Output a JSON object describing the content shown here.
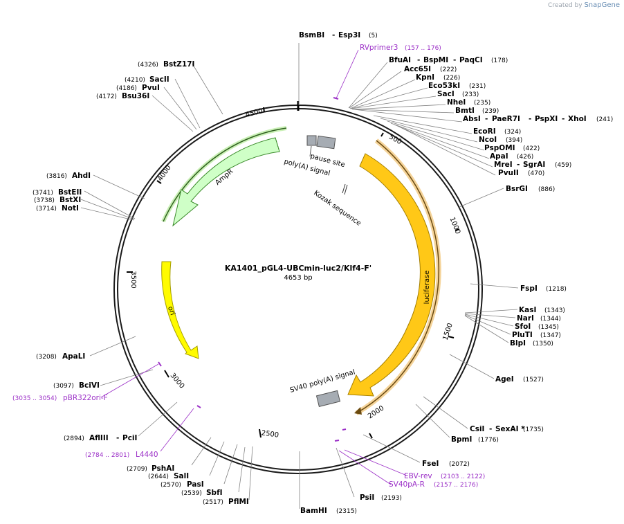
{
  "watermark": {
    "prefix": "Created by",
    "brand": "SnapGene"
  },
  "plasmid": {
    "name": "KA1401_pGL4-UBCmin-luc2/Klf4-F'",
    "size_label": "4653 bp"
  },
  "ticks": [
    "500",
    "1000",
    "1500",
    "2000",
    "2500",
    "3000",
    "3500",
    "4000",
    "4500"
  ],
  "features": {
    "luciferase": "luciferase",
    "ampr": "AmpR",
    "ori": "ori",
    "pause_site": "pause site",
    "polya_signal": "poly(A) signal",
    "kozak": "Kozak sequence",
    "sv40_polya": "SV40 poly(A) signal"
  },
  "enzymes": [
    {
      "name": "BsmBI",
      "name2": "Esp3I",
      "pos": "(5)"
    },
    {
      "name": "BfuAI",
      "name2": "BspMI",
      "name3": "PaqCI",
      "pos": "(178)"
    },
    {
      "name": "Acc65I",
      "pos": "(222)"
    },
    {
      "name": "KpnI",
      "pos": "(226)"
    },
    {
      "name": "Eco53kI",
      "pos": "(231)"
    },
    {
      "name": "SacI",
      "pos": "(233)"
    },
    {
      "name": "NheI",
      "pos": "(235)"
    },
    {
      "name": "BmtI",
      "pos": "(239)"
    },
    {
      "name": "AbsI",
      "name2": "PaeR7I",
      "name3": "PspXI",
      "name4": "XhoI",
      "pos": "(241)"
    },
    {
      "name": "EcoRI",
      "pos": "(324)"
    },
    {
      "name": "NcoI",
      "pos": "(394)"
    },
    {
      "name": "PspOMI",
      "pos": "(422)"
    },
    {
      "name": "ApaI",
      "pos": "(426)"
    },
    {
      "name": "MreI",
      "name2": "SgrAI",
      "pos": "(459)"
    },
    {
      "name": "PvuII",
      "pos": "(470)"
    },
    {
      "name": "BsrGI",
      "pos": "(886)"
    },
    {
      "name": "FspI",
      "pos": "(1218)"
    },
    {
      "name": "KasI",
      "pos": "(1343)"
    },
    {
      "name": "NarI",
      "pos": "(1344)"
    },
    {
      "name": "SfoI",
      "pos": "(1345)"
    },
    {
      "name": "PluTI",
      "pos": "(1347)"
    },
    {
      "name": "BlpI",
      "pos": "(1350)"
    },
    {
      "name": "AgeI",
      "pos": "(1527)"
    },
    {
      "name": "CsiI",
      "name2": "SexAI *",
      "pos": "(1735)"
    },
    {
      "name": "BpmI",
      "pos": "(1776)"
    },
    {
      "name": "FseI",
      "pos": "(2072)"
    },
    {
      "name": "PsiI",
      "pos": "(2193)"
    },
    {
      "name": "BamHI",
      "pos": "(2315)"
    },
    {
      "name": "PflMI",
      "pos": "(2517)"
    },
    {
      "name": "SbfI",
      "pos": "(2539)"
    },
    {
      "name": "PasI",
      "pos": "(2570)"
    },
    {
      "name": "SalI",
      "pos": "(2644)"
    },
    {
      "name": "PshAI",
      "pos": "(2709)"
    },
    {
      "name": "AflIII",
      "name2": "PciI",
      "pos": "(2894)"
    },
    {
      "name": "BciVI",
      "pos": "(3097)"
    },
    {
      "name": "ApaLI",
      "pos": "(3208)"
    },
    {
      "name": "NotI",
      "pos": "(3714)"
    },
    {
      "name": "BstXI",
      "pos": "(3738)"
    },
    {
      "name": "BstEII",
      "pos": "(3741)"
    },
    {
      "name": "AhdI",
      "pos": "(3816)"
    },
    {
      "name": "Bsu36I",
      "pos": "(4172)"
    },
    {
      "name": "PvuI",
      "pos": "(4186)"
    },
    {
      "name": "SacII",
      "pos": "(4210)"
    },
    {
      "name": "BstZ17I",
      "pos": "(4326)"
    }
  ],
  "primers": [
    {
      "name": "RVprimer3",
      "range": "(157 .. 176)"
    },
    {
      "name": "EBV-rev",
      "range": "(2103 .. 2122)"
    },
    {
      "name": "SV40pA-R",
      "range": "(2157 .. 2176)"
    },
    {
      "name": "L4440",
      "range": "(2784 .. 2801)"
    },
    {
      "name": "pBR322ori-F",
      "range": "(3035 .. 3054)"
    }
  ]
}
